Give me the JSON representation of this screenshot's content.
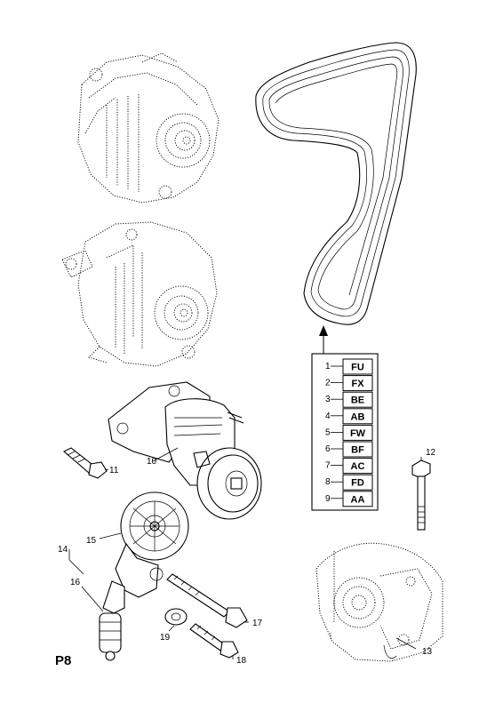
{
  "page_id": "P8",
  "belt_codes": [
    {
      "num": "1",
      "code": "FU"
    },
    {
      "num": "2",
      "code": "FX"
    },
    {
      "num": "3",
      "code": "BE"
    },
    {
      "num": "4",
      "code": "AB"
    },
    {
      "num": "5",
      "code": "FW"
    },
    {
      "num": "6",
      "code": "BF"
    },
    {
      "num": "7",
      "code": "AC"
    },
    {
      "num": "8",
      "code": "FD"
    },
    {
      "num": "9",
      "code": "AA"
    }
  ],
  "callouts": {
    "n10": "10",
    "n11": "11",
    "n12": "12",
    "n13": "13",
    "n14": "14",
    "n15": "15",
    "n16": "16",
    "n17": "17",
    "n18": "18",
    "n19": "19"
  }
}
